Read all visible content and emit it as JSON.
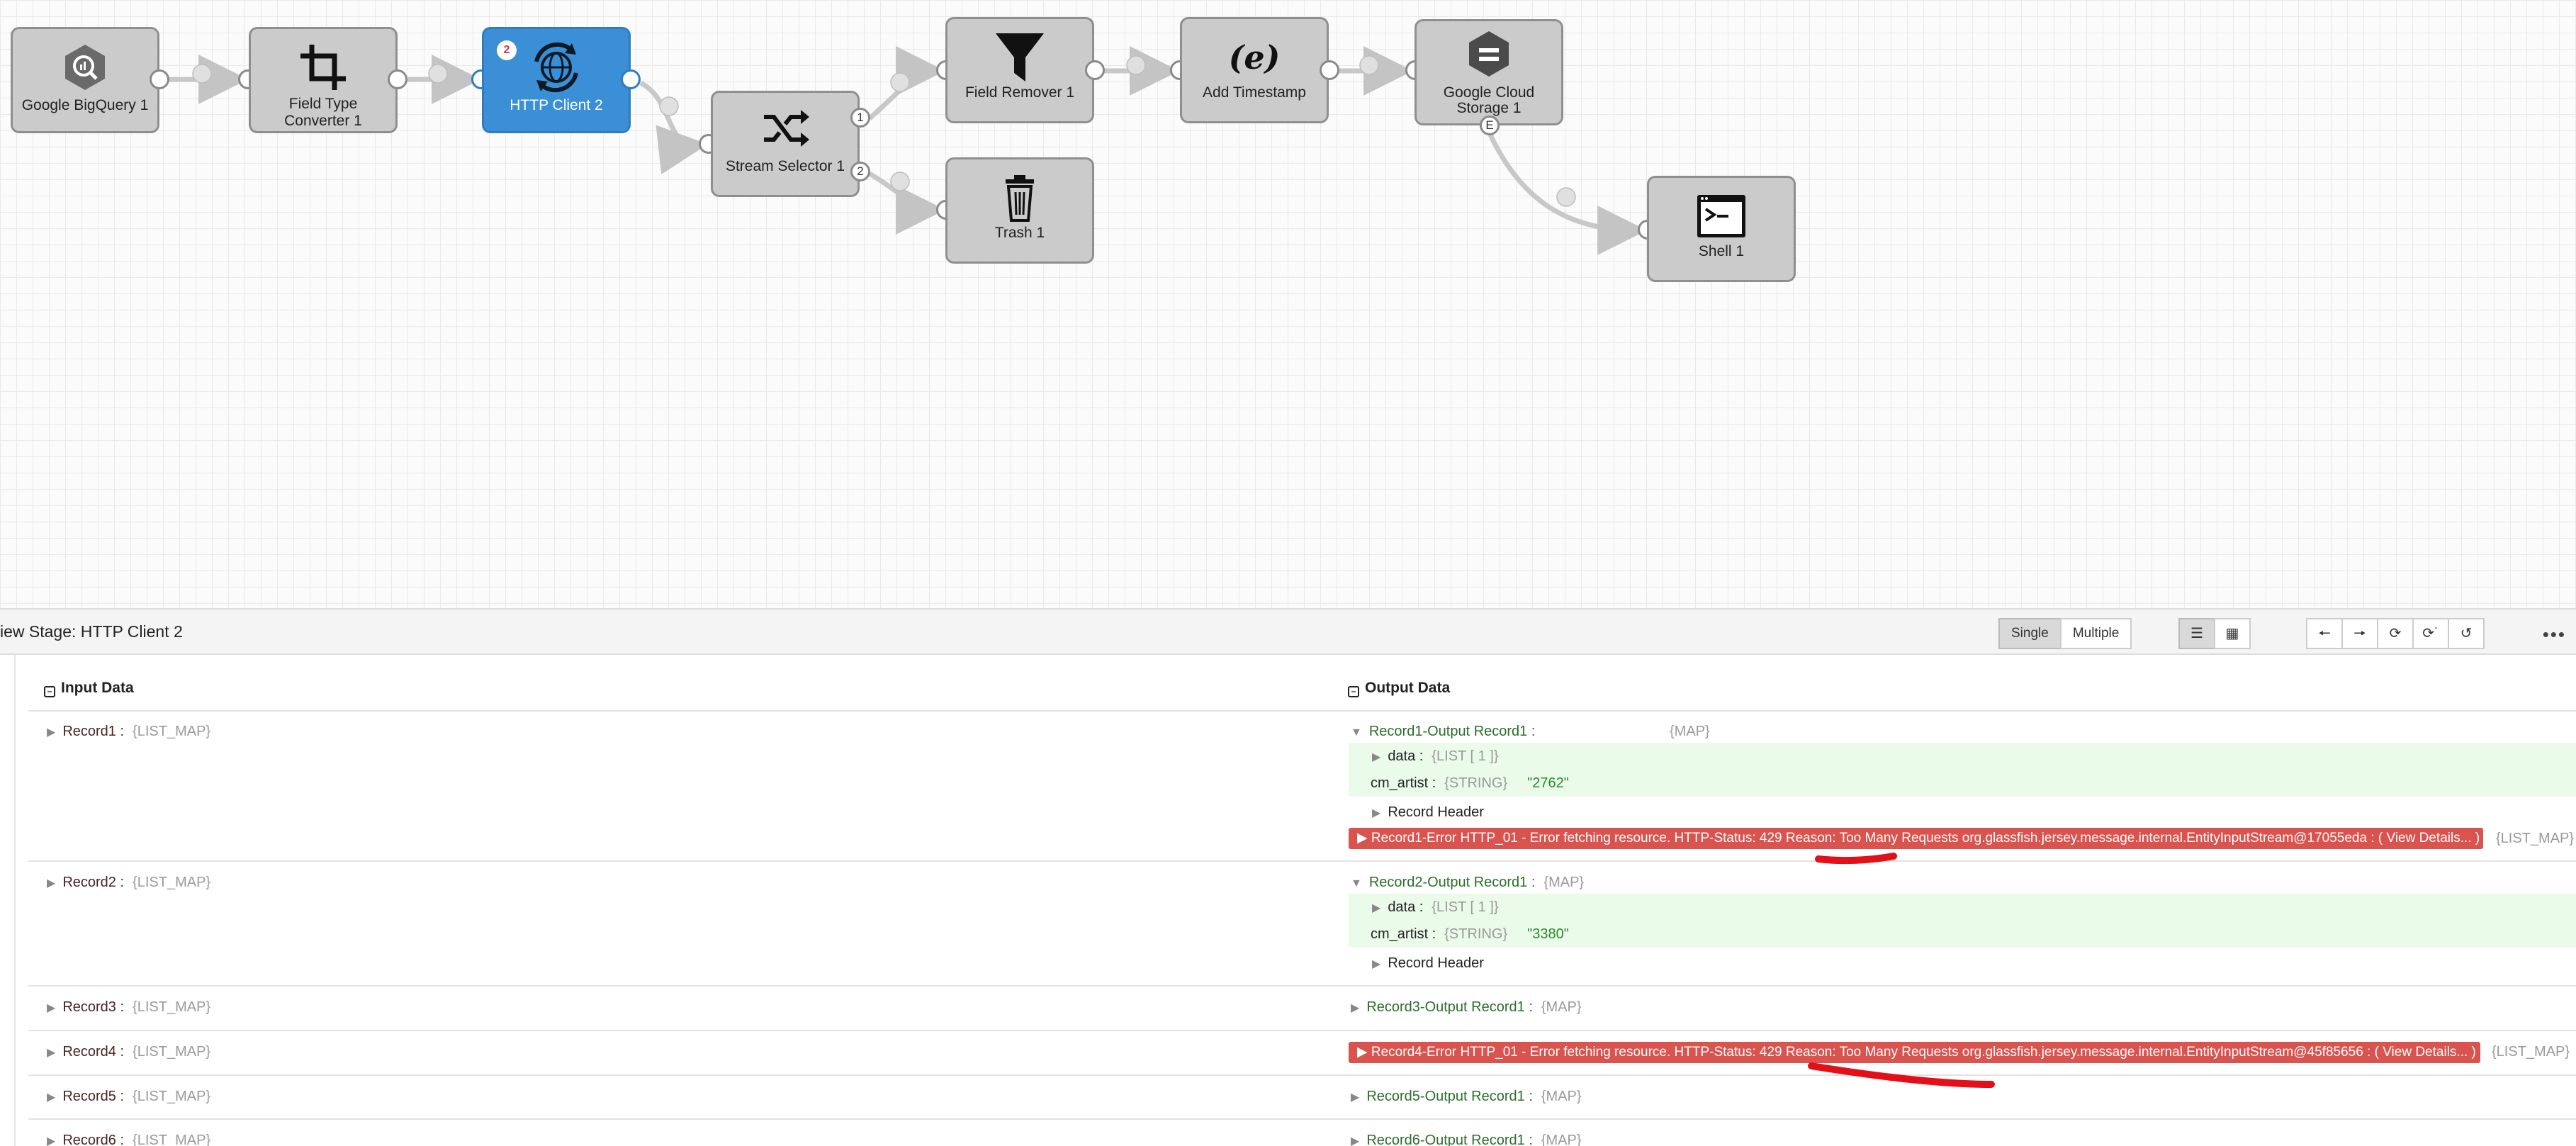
{
  "pipeline": {
    "nodes": {
      "bigquery": {
        "label": "Google BigQuery 1",
        "icon": "bigquery-icon"
      },
      "field_type_converter": {
        "label": "Field Type Converter 1",
        "icon": "crop-icon"
      },
      "http_client": {
        "label": "HTTP Client 2",
        "icon": "sync-globe-icon",
        "badge": "2"
      },
      "stream_selector": {
        "label": "Stream Selector 1",
        "icon": "shuffle-icon"
      },
      "field_remover": {
        "label": "Field Remover 1",
        "icon": "funnel-icon"
      },
      "add_timestamp": {
        "label": "Add Timestamp",
        "icon": "expression-icon"
      },
      "gcs": {
        "label": "Google Cloud Storage 1",
        "icon": "cloud-storage-icon"
      },
      "trash": {
        "label": "Trash 1",
        "icon": "trash-icon"
      },
      "shell": {
        "label": "Shell 1",
        "icon": "terminal-icon"
      }
    },
    "ports": {
      "sel_out_1": "1",
      "sel_out_2": "2",
      "gcs_event": "E"
    },
    "selected_color": "#3a8fd6"
  },
  "stage_bar": {
    "title": "iew Stage: HTTP Client 2",
    "single": "Single",
    "multiple": "Multiple",
    "more": "•••"
  },
  "preview": {
    "input_header": "Input Data",
    "output_header": "Output Data",
    "input_records": [
      {
        "name": "Record1 :",
        "type": "{LIST_MAP}"
      },
      {
        "name": "Record2 :",
        "type": "{LIST_MAP}"
      },
      {
        "name": "Record3 :",
        "type": "{LIST_MAP}"
      },
      {
        "name": "Record4 :",
        "type": "{LIST_MAP}"
      },
      {
        "name": "Record5 :",
        "type": "{LIST_MAP}"
      },
      {
        "name": "Record6 :",
        "type": "{LIST_MAP}"
      }
    ],
    "output": {
      "r1": {
        "name": "Record1-Output Record1 :",
        "type": "{MAP}",
        "data_label": "data :",
        "data_type": "{LIST [ 1 ]}",
        "artist_label": "cm_artist :",
        "artist_type": "{STRING}",
        "artist_value": "\"2762\"",
        "header": "Record Header"
      },
      "err1": {
        "text": "Record1-Error HTTP_01 - Error fetching resource. HTTP-Status: 429 Reason: Too Many Requests org.glassfish.jersey.message.internal.EntityInputStream@17055eda : ( View Details... )",
        "type": "{LIST_MAP}"
      },
      "r2": {
        "name": "Record2-Output Record1 :",
        "type": "{MAP}",
        "data_label": "data :",
        "data_type": "{LIST [ 1 ]}",
        "artist_label": "cm_artist :",
        "artist_type": "{STRING}",
        "artist_value": "\"3380\"",
        "header": "Record Header"
      },
      "r3": {
        "name": "Record3-Output Record1 :",
        "type": "{MAP}"
      },
      "err4": {
        "text": "Record4-Error HTTP_01 - Error fetching resource. HTTP-Status: 429 Reason: Too Many Requests org.glassfish.jersey.message.internal.EntityInputStream@45f85656 : ( View Details... )",
        "type": "{LIST_MAP}"
      },
      "r5": {
        "name": "Record5-Output Record1 :",
        "type": "{MAP}"
      },
      "r6": {
        "name": "Record6-Output Record1 :",
        "type": "{MAP}"
      }
    },
    "error_color": "#d9534f",
    "success_bg": "#eafbea"
  }
}
